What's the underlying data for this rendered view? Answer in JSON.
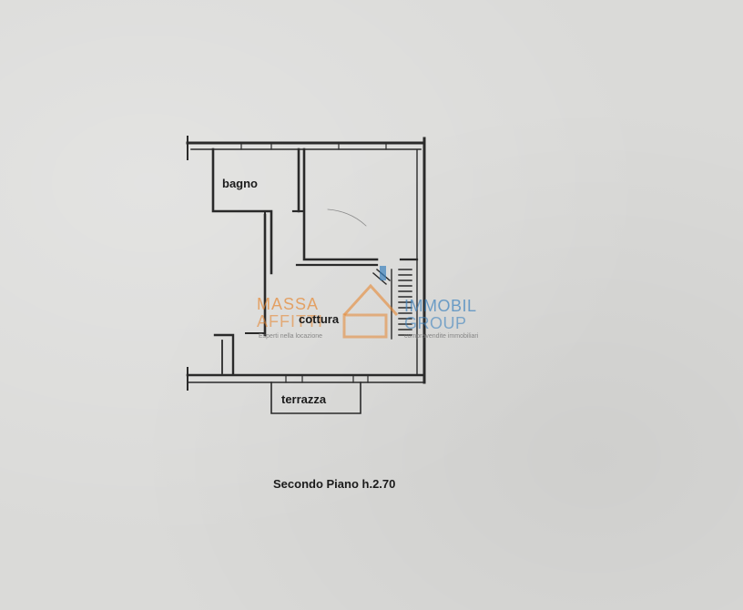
{
  "plan": {
    "caption": "Secondo Piano h.2.70",
    "rooms": {
      "bagno": "bagno",
      "cottura": "cottura",
      "terrazza": "terrazza"
    }
  },
  "watermark": {
    "left_top": "MASSA",
    "left_bottom": "AFFITTI",
    "left_tagline": "Esperti nella locazione",
    "right_top": "IMMOBIL",
    "right_bottom": "GROUP",
    "right_tagline": "compravendite immobiliari",
    "colors": {
      "orange": "#e68732",
      "blue": "#3c82be"
    },
    "icon": "house-logo-icon"
  }
}
